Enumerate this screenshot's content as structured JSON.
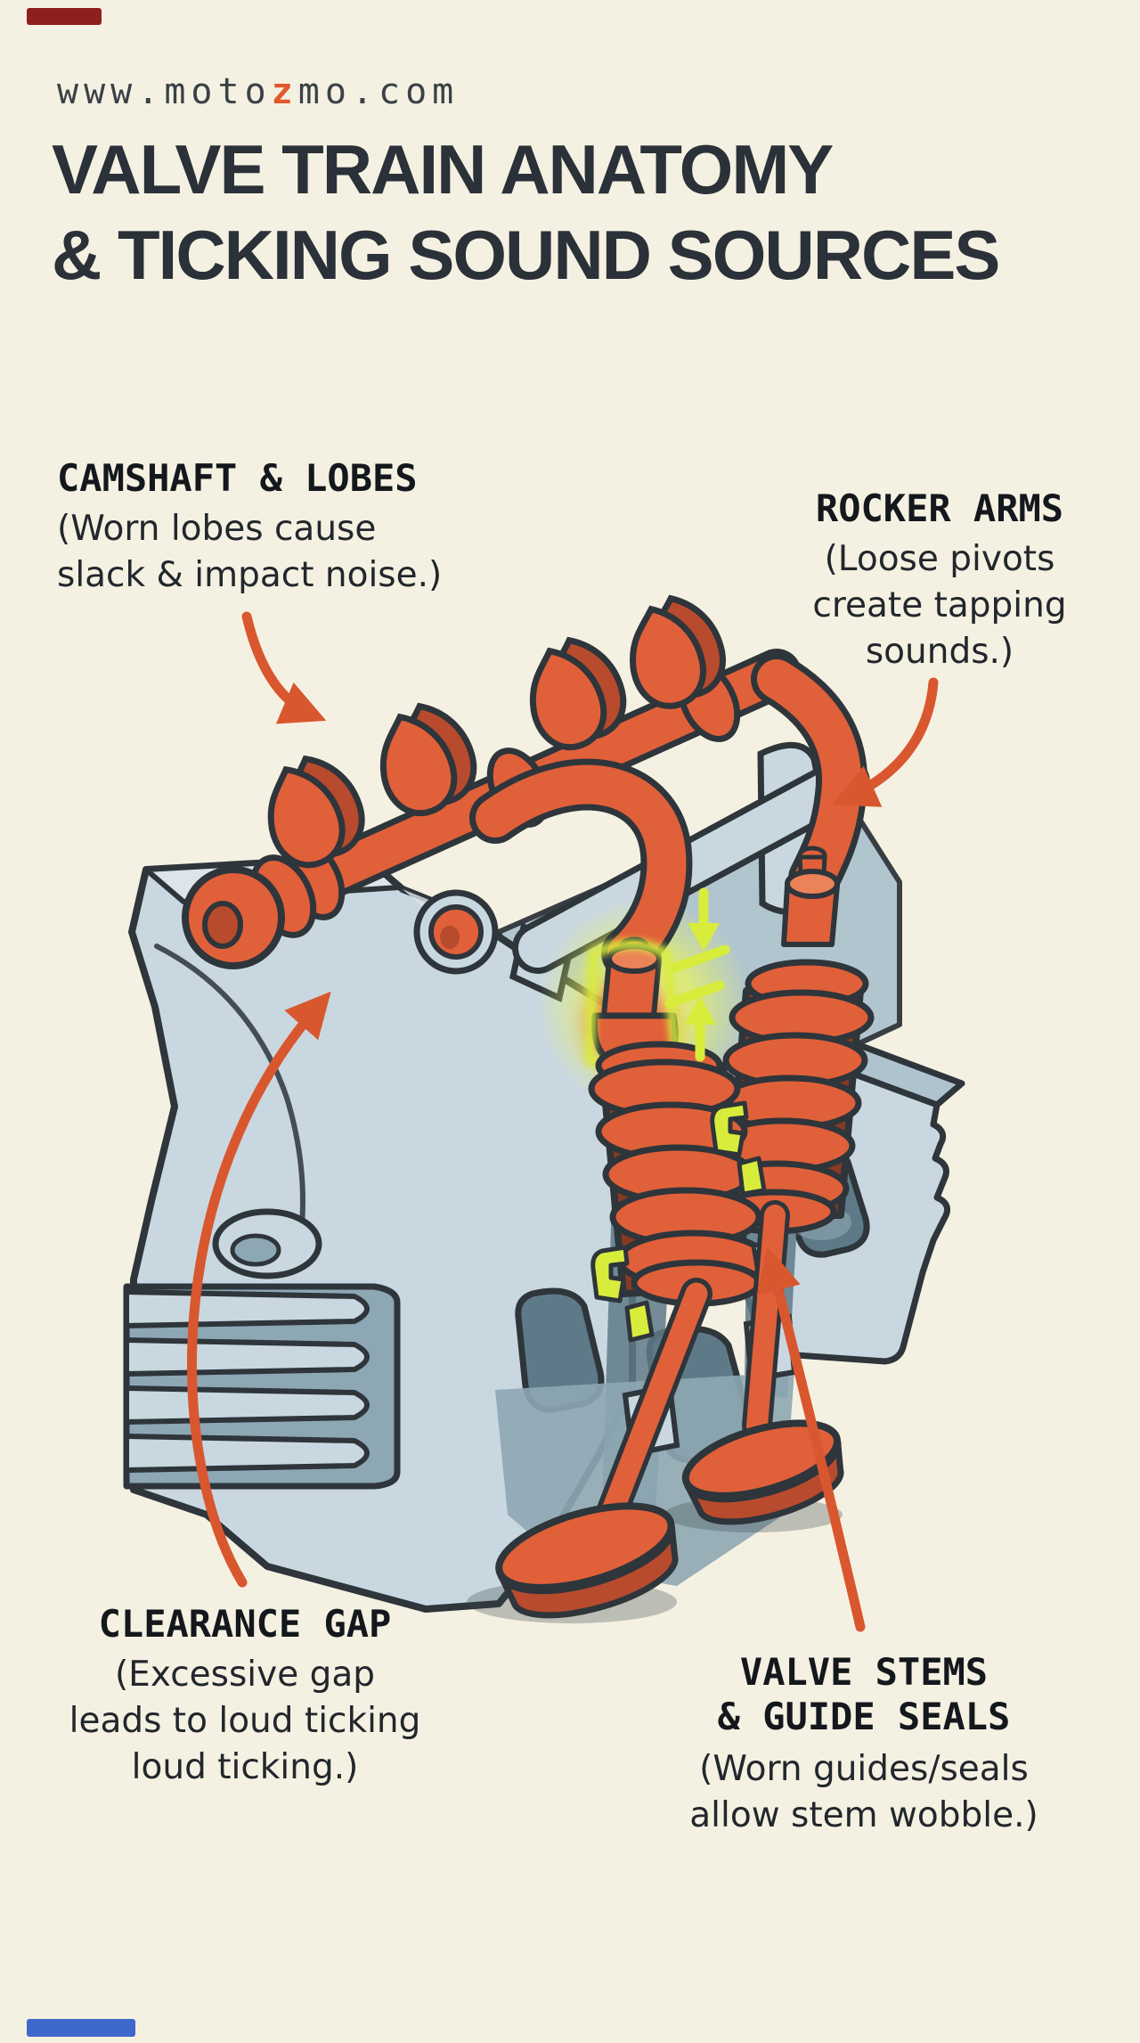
{
  "page": {
    "background": "#F5F1E2"
  },
  "decor": {
    "top_bar_color": "#8E1F1E",
    "bottom_bar_color": "#3F68CC"
  },
  "header": {
    "url_prefix": "www.moto",
    "url_accent": "z",
    "url_suffix": "mo.com",
    "title_line1": "VALVE TRAIN ANATOMY",
    "title_line2": "& TICKING SOUND SOURCES"
  },
  "callouts": {
    "camshaft": {
      "heading": "CAMSHAFT & LOBES",
      "line1": "(Worn lobes cause",
      "line2": "slack & impact noise.)"
    },
    "rocker_arms": {
      "heading": "ROCKER ARMS",
      "line1": "(Loose pivots",
      "line2": "create tapping",
      "line3": "sounds.)"
    },
    "clearance_gap": {
      "heading": "CLEARANCE GAP",
      "line1": "(Excessive gap",
      "line2": "leads to loud ticking",
      "line3": "loud ticking.)"
    },
    "valve_stems": {
      "heading_line1": "VALVE STEMS",
      "heading_line2": "& GUIDE SEALS",
      "line1": "(Worn guides/seals",
      "line2": "allow stem wobble.)"
    }
  },
  "illustration": {
    "parts": [
      "cylinder-head-block",
      "camshaft-and-lobes",
      "rocker-shaft",
      "rocker-arms",
      "valve-springs",
      "valve-stems-and-heads",
      "guide-seals",
      "clearance-gap-indicator"
    ],
    "palette": {
      "orange": "#E0603A",
      "orange_dark": "#B84B2D",
      "orange_deep": "#8A3A22",
      "block_light": "#C9D8E0",
      "block_lighter": "#DCE6EA",
      "block_mid": "#AEC3CE",
      "block_shadow": "#8EA7B4",
      "block_dark": "#5E7A88",
      "outline": "#2E353B",
      "lime": "#D8EC3C",
      "arrow": "#D9572F",
      "glow_hot": "#E8522C"
    }
  }
}
